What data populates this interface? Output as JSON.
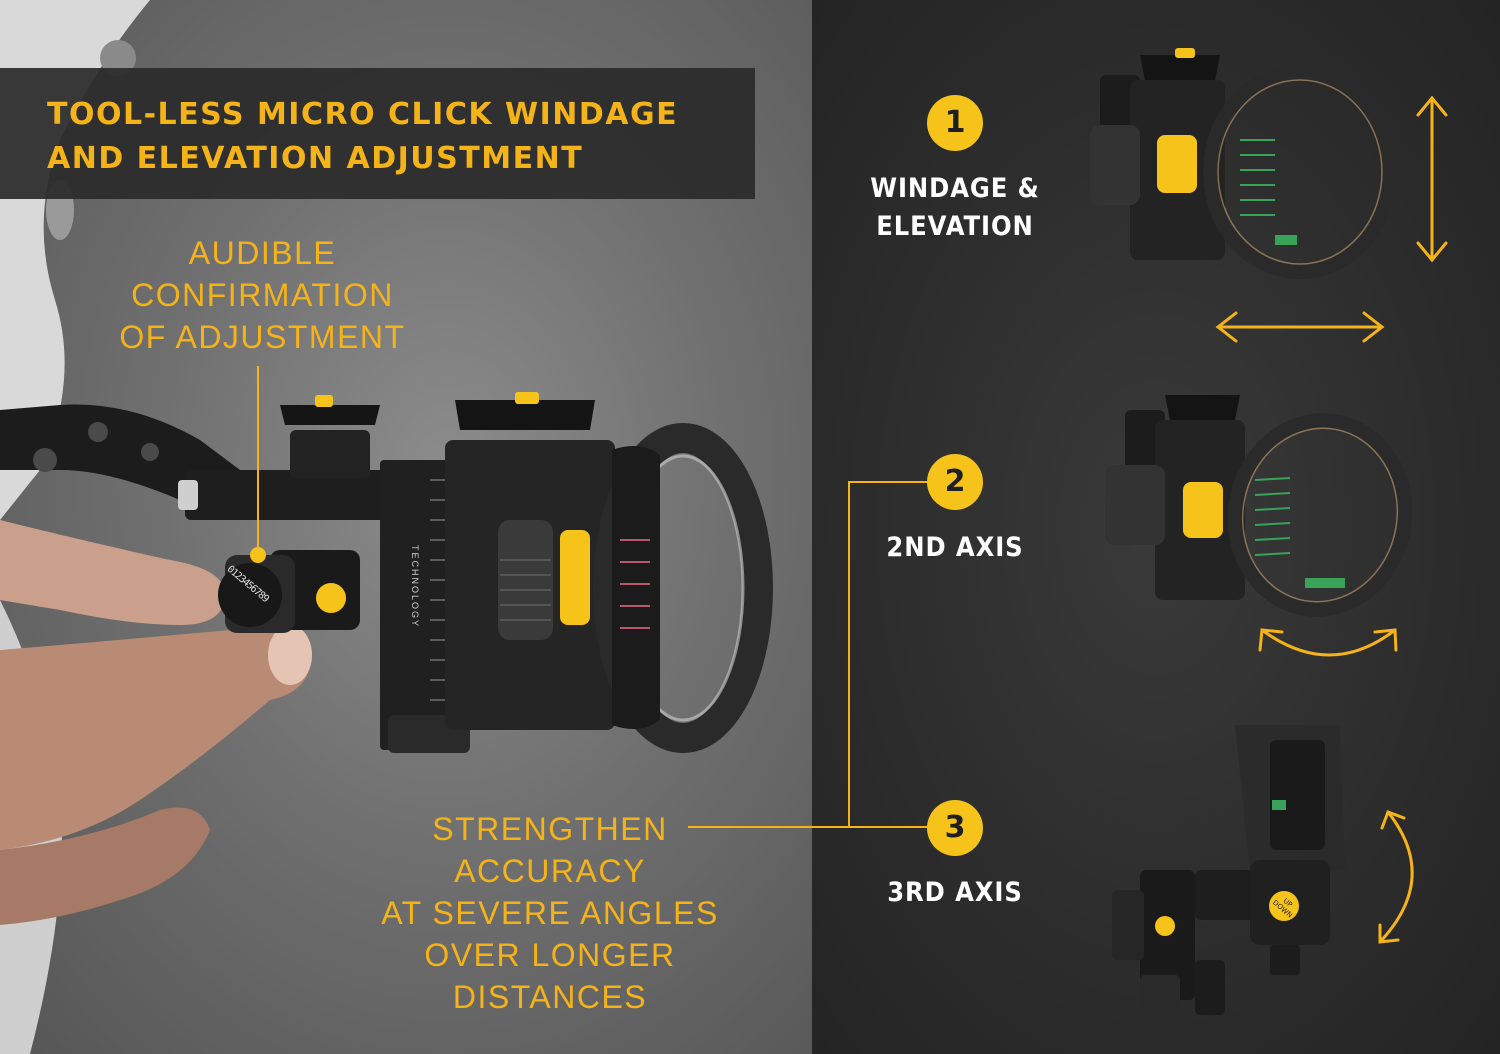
{
  "headline": {
    "line1": "TOOL-LESS MICRO CLICK WINDAGE",
    "line2": "AND ELEVATION ADJUSTMENT"
  },
  "callouts": {
    "audible": [
      "AUDIBLE",
      "CONFIRMATION",
      "OF ADJUSTMENT"
    ],
    "strengthen": [
      "STRENGTHEN",
      "ACCURACY",
      "AT SEVERE ANGLES",
      "OVER LONGER",
      "DISTANCES"
    ]
  },
  "steps": [
    {
      "number": "1",
      "label_lines": [
        "WINDAGE &",
        "ELEVATION"
      ]
    },
    {
      "number": "2",
      "label_lines": [
        "2ND AXIS"
      ]
    },
    {
      "number": "3",
      "label_lines": [
        "3RD AXIS"
      ]
    }
  ],
  "knob": {
    "dial_digits": "0123456789",
    "side_text": "TECHNOLOGY"
  },
  "sight_3": {
    "knob_text": "UP DOWN"
  },
  "colors": {
    "accent": "#f5b31a",
    "badge": "#f5c319",
    "left_bg": "#707070",
    "right_bg": "#2c2c2c",
    "banner_bg": "#2a2a2a"
  },
  "icons": [
    "arrow-vertical-icon",
    "arrow-horizontal-icon",
    "arrow-curved-icon",
    "elk-logo-icon"
  ]
}
